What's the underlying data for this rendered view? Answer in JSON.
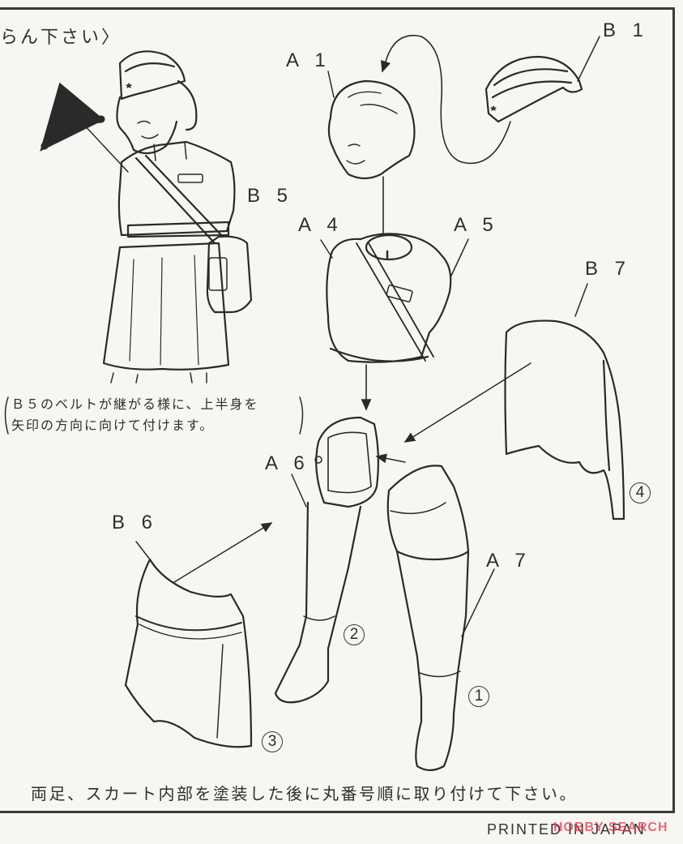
{
  "sheet": {
    "top_caption": "らん下さい〉",
    "note_line1": "Ｂ５のベルトが継がる様に、上半身を",
    "note_line2": "矢印の方向に向けて付けます。",
    "bottom_instruction": "両足、スカート内部を塗装した後に丸番号順に取り付けて下さい。",
    "footer": "PRINTED IN JAPAN",
    "watermark": "HOBBY SEARCH",
    "watermark_color": "#dc3c50",
    "line_color": "#2a2a2a",
    "paper_color": "#f7f6f2"
  },
  "parts": {
    "b1": "B 1",
    "a1": "A 1",
    "b5": "B 5",
    "a4": "A 4",
    "a5": "A 5",
    "b7": "B 7",
    "a6": "A 6",
    "b6": "B 6",
    "a7": "A 7"
  },
  "steps": {
    "s1": "1",
    "s2": "2",
    "s3": "3",
    "s4": "4"
  },
  "icons": [
    "curved-arrow-icon",
    "star-insignia-icon",
    "assembly-arrow-icon"
  ]
}
